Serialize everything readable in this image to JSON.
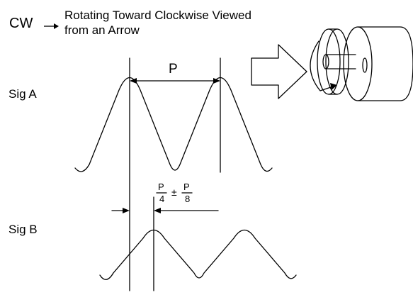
{
  "header": {
    "cw_label": "CW",
    "arrow_glyph": "→",
    "description_line1": "Rotating Toward Clockwise Viewed",
    "description_line2": "from an Arrow"
  },
  "signals": {
    "a_label": "Sig A",
    "b_label": "Sig B"
  },
  "period": {
    "label": "P"
  },
  "phase": {
    "frac1_num": "P",
    "frac1_den": "4",
    "operator": "±",
    "frac2_num": "P",
    "frac2_den": "8"
  },
  "illustration": {
    "icon": "rotary-encoder-shaft-icon",
    "direction_icon": "clockwise-rotation-arrow-icon"
  }
}
